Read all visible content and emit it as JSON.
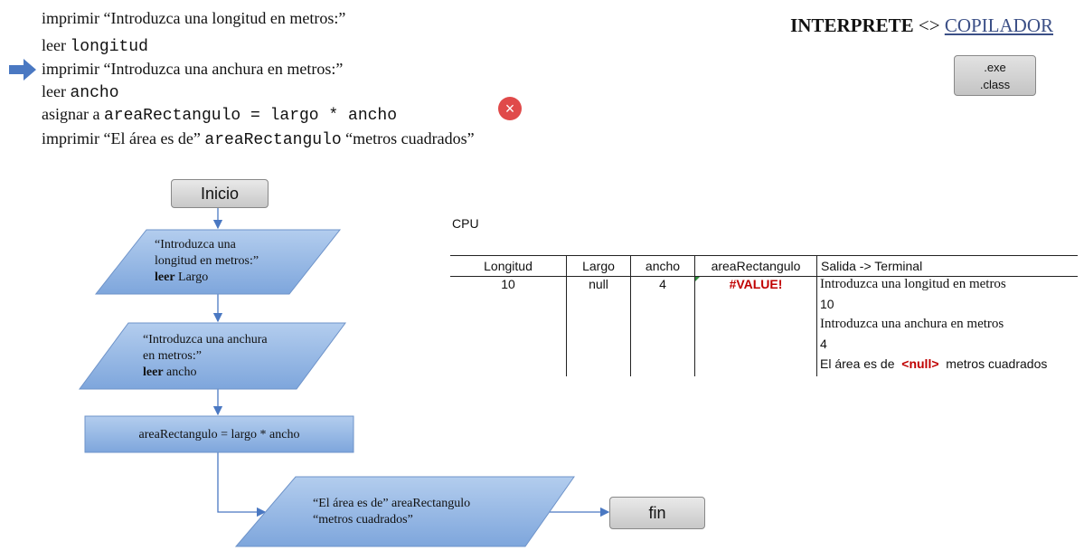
{
  "code": {
    "line1": "imprimir “Introduzca una longitud en metros:”",
    "line2_kw": "leer",
    "line2_var": "longitud",
    "line3": "imprimir “Introduzca una anchura en metros:”",
    "line4_kw": "leer",
    "line4_var": "ancho",
    "line5_kw": "asignar a",
    "line5_expr": "areaRectangulo = largo * ancho",
    "line6_start": "imprimir “El área es de”",
    "line6_var": "areaRectangulo",
    "line6_end": "“metros cuadrados”",
    "current_line_arrow": "right-arrow-icon",
    "error_icon": "error-x-icon",
    "error_color": "#e04a4a"
  },
  "header": {
    "interprete": "INTERPRETE",
    "sep": "<>",
    "compilador": "COPILADOR"
  },
  "exe_box": {
    "line1": ".exe",
    "line2": ".class"
  },
  "flowchart": {
    "start": "Inicio",
    "input1_l1": "“Introduzca una",
    "input1_l2": "longitud en metros:”",
    "input1_kw": "leer",
    "input1_var": "Largo",
    "input2_l1": "“Introduzca una anchura",
    "input2_l2": "en metros:”",
    "input2_kw": "leer",
    "input2_var": "ancho",
    "process": "areaRectangulo = largo * ancho",
    "output_l1": "“El área es de” areaRectangulo",
    "output_l2": "“metros cuadrados”",
    "end": "fin",
    "shape_color": "#8fb3e3",
    "line_color": "#4a78c2"
  },
  "cpu": {
    "label": "CPU",
    "headers": [
      "Longitud",
      "Largo",
      "ancho",
      "areaRectangulo",
      "Salida -> Terminal"
    ],
    "values": [
      "10",
      "null",
      "4",
      "#VALUE!"
    ],
    "output": {
      "l1": "Introduzca una longitud en metros",
      "l2": "10",
      "l3": "Introduzca una anchura en metros",
      "l4": "4",
      "l5_pre": "El área es de",
      "l5_null": "<null>",
      "l5_post": "metros cuadrados"
    },
    "error_color": "#c00000"
  }
}
